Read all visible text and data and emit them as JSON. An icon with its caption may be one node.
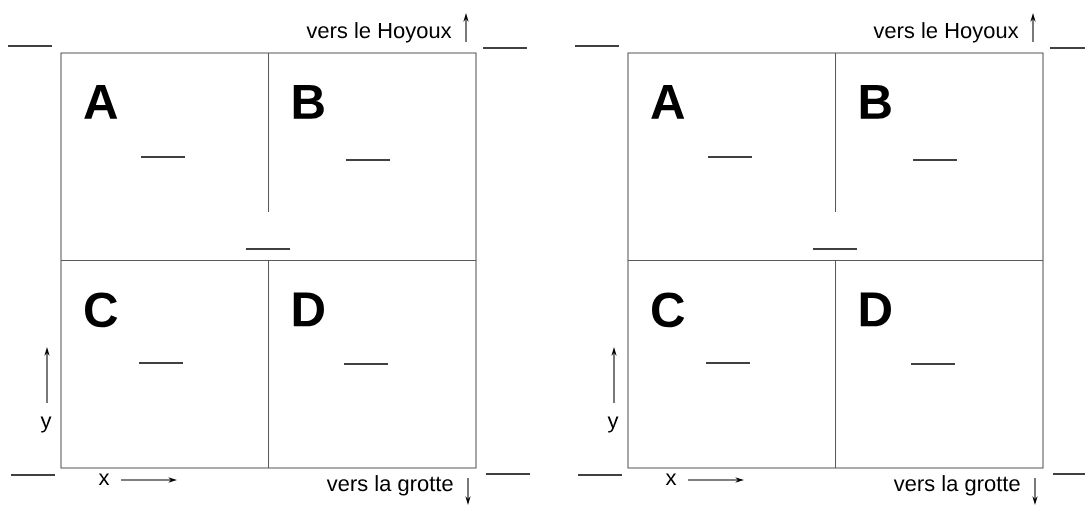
{
  "diagram": {
    "nodes": [
      {
        "text": [
          "A"
        ]
      },
      {
        "text": [
          "B"
        ]
      },
      {
        "text": [
          "C"
        ]
      },
      {
        "text": [
          "D"
        ]
      },
      {
        "text": [
          "A"
        ]
      },
      {
        "text": [
          "B"
        ]
      },
      {
        "text": [
          "C"
        ]
      },
      {
        "text": [
          "D"
        ]
      }
    ],
    "labels": [
      "vers le Hoyoux",
      "y",
      "x",
      "vers la grotte",
      "vers le Hoyoux",
      "y",
      "x",
      "vers la grotte"
    ]
  }
}
